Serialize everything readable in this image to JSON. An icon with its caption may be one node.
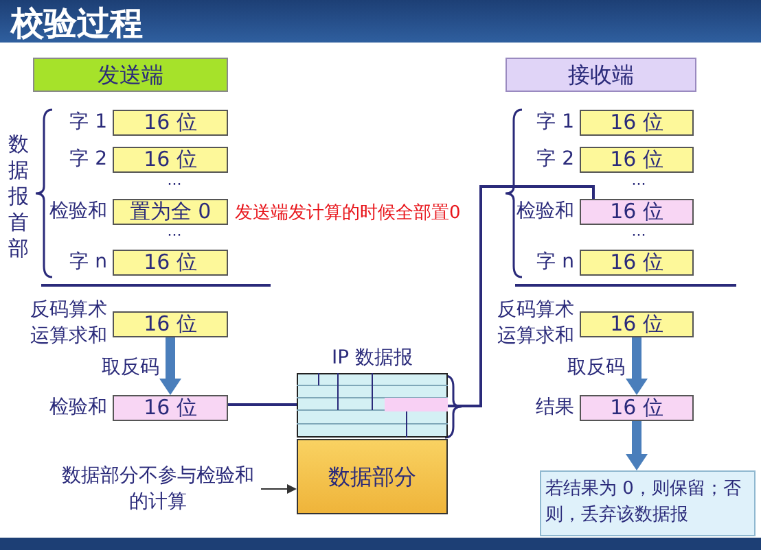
{
  "diagram": {
    "title": "校验过程",
    "nodes": [
      {
        "text": [
          "发送端"
        ]
      },
      {
        "text": [
          "16 位"
        ],
        "beside": [
          "字 1"
        ]
      },
      {
        "text": [
          "16 位"
        ],
        "beside": [
          "字 2"
        ]
      },
      {
        "text": [
          "置为全 0"
        ],
        "beside": [
          "检验和"
        ]
      },
      {
        "text": [
          "16 位"
        ],
        "beside": [
          "字 n"
        ]
      },
      {
        "text": [
          "16 位"
        ],
        "beside": [
          "反码算术运算求和"
        ]
      },
      {
        "text": [
          "16 位"
        ],
        "beside": [
          "检验和"
        ]
      },
      {
        "text": [
          "接收端"
        ]
      },
      {
        "text": [
          "16 位"
        ],
        "beside": [
          "字 1"
        ]
      },
      {
        "text": [
          "16 位"
        ],
        "beside": [
          "字 2"
        ]
      },
      {
        "text": [
          "16 位"
        ],
        "beside": [
          "检验和"
        ]
      },
      {
        "text": [
          "16 位"
        ],
        "beside": [
          "字 n"
        ]
      },
      {
        "text": [
          "16 位"
        ],
        "beside": [
          "反码算术运算求和"
        ]
      },
      {
        "text": [
          "16 位"
        ],
        "beside": [
          "结果"
        ]
      },
      {
        "text": [
          "IP 数据报"
        ]
      },
      {
        "text": [],
        "shape": "box",
        "in": 14
      },
      {
        "text": [
          "数据部分"
        ]
      },
      {
        "text": [
          "数据部分不参与检验和的计算"
        ]
      },
      {
        "text": [
          "若结果为 0，则保留；否则，丢弃该数据报"
        ]
      }
    ],
    "edges": [
      {
        "from": 5,
        "to": 6,
        "arrow": "to",
        "label": "取反码",
        "style": "thick"
      },
      {
        "from": 6,
        "to": 15,
        "arrow": "to",
        "color": "#2a2a7a"
      },
      {
        "from": 14,
        "to": 10,
        "arrow": "none",
        "color": "#2a2a7a"
      },
      {
        "from": 17,
        "to": 16,
        "arrow": "to",
        "color": "#333333"
      },
      {
        "from": 12,
        "to": 13,
        "arrow": "to",
        "label": "取反码",
        "style": "thick"
      },
      {
        "from": 13,
        "to": 18,
        "arrow": "to",
        "style": "thick"
      }
    ],
    "labels": [
      "数据报首部",
      "···",
      "···",
      "发送端发计算的时候全部置0",
      "···",
      "···"
    ]
  }
}
